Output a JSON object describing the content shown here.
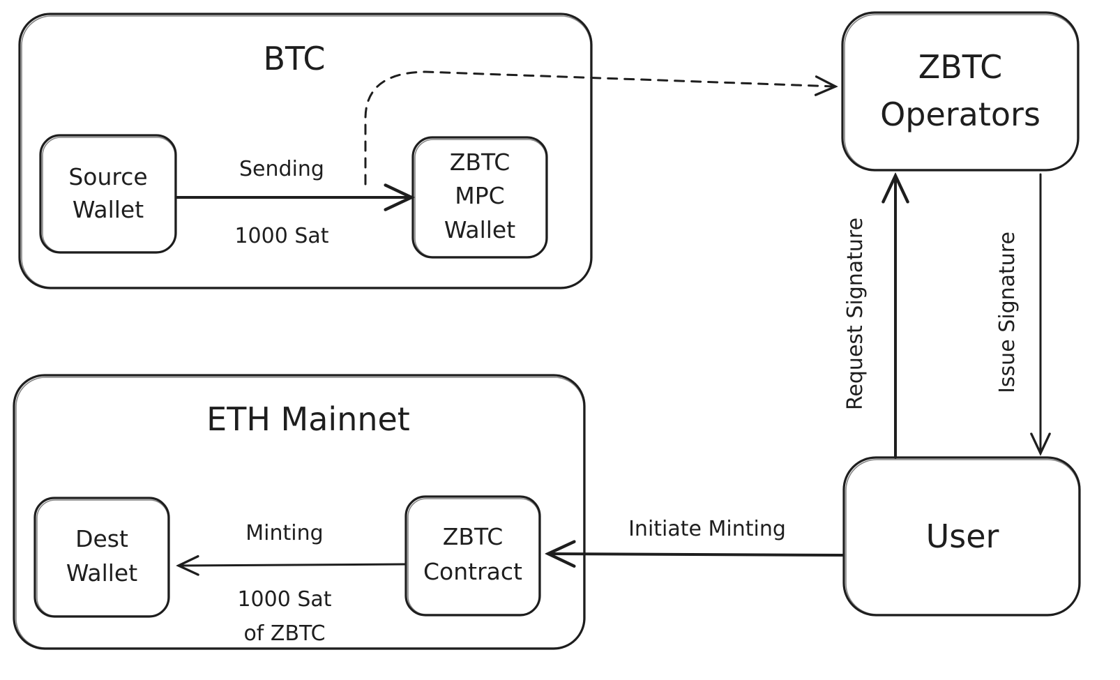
{
  "groups": {
    "btc": {
      "title": "BTC"
    },
    "eth": {
      "title": "ETH Mainnet"
    }
  },
  "nodes": {
    "source_wallet": [
      "Source",
      "Wallet"
    ],
    "zbtc_mpc_wallet": [
      "ZBTC",
      "MPC",
      "Wallet"
    ],
    "zbtc_operators": [
      "ZBTC",
      "Operators"
    ],
    "dest_wallet": [
      "Dest",
      "Wallet"
    ],
    "zbtc_contract": [
      "ZBTC",
      "Contract"
    ],
    "user": [
      "User"
    ]
  },
  "edges": {
    "sending": {
      "top": "Sending",
      "bottom": "1000 Sat"
    },
    "minting": {
      "top": "Minting",
      "bottom": [
        "1000 Sat",
        "of ZBTC"
      ]
    },
    "initiate_minting": "Initiate Minting",
    "request_signature": "Request Signature",
    "issue_signature": "Issue Signature"
  },
  "colors": {
    "stroke": "#1e1e1e",
    "background": "#ffffff"
  }
}
